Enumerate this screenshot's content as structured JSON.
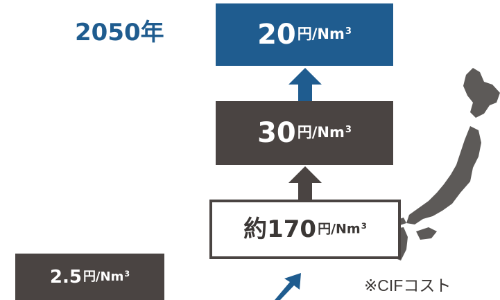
{
  "year_label": "2050年",
  "target_2050": {
    "value": "20",
    "unit": "円/Nm",
    "power": "3"
  },
  "target_2030": {
    "value": "30",
    "unit": "円/Nm",
    "power": "3"
  },
  "current": {
    "value": "約170",
    "unit": "円/Nm",
    "power": "3"
  },
  "australia": {
    "value": "2.5",
    "unit": "円/Nm",
    "power": "3"
  },
  "note": "※CIFコスト",
  "colors": {
    "blue": "#1f5c8f",
    "dark": "#4a4442",
    "map": "#5d5a58"
  },
  "icons": [
    "arrow-up-icon",
    "japan-map-icon"
  ]
}
